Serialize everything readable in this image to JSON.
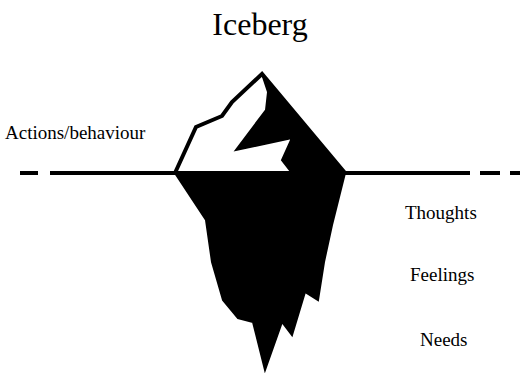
{
  "diagram": {
    "title": "Iceberg",
    "labels": [
      "Actions/behaviour",
      "Thoughts",
      "Feelings",
      "Needs"
    ]
  }
}
